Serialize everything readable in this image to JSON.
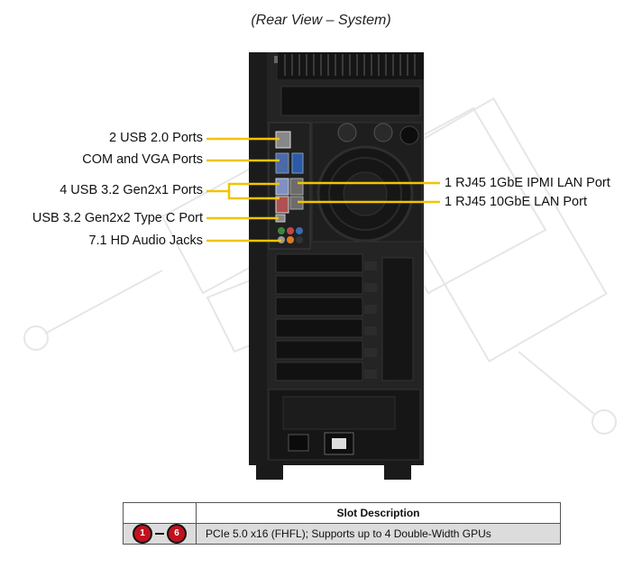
{
  "title": "(Rear View – System)",
  "left_labels": [
    "2 USB 2.0 Ports",
    "COM and VGA Ports",
    "4 USB 3.2 Gen2x1  Ports",
    "USB 3.2 Gen2x2  Type  C Port",
    "7.1 HD Audio Jacks"
  ],
  "right_labels": [
    "1 RJ45  1GbE IPMI  LAN Port",
    "1 RJ45  10GbE LAN Port"
  ],
  "table": {
    "header": "Slot Description",
    "badge_start": "1",
    "badge_end": "6",
    "description": "PCIe  5.0 x16 (FHFL);  Supports up to 4 Double-Width  GPUs"
  },
  "colors": {
    "callout": "#f2c400",
    "badge": "#c1121f",
    "chassis": "#1b1b1b"
  }
}
